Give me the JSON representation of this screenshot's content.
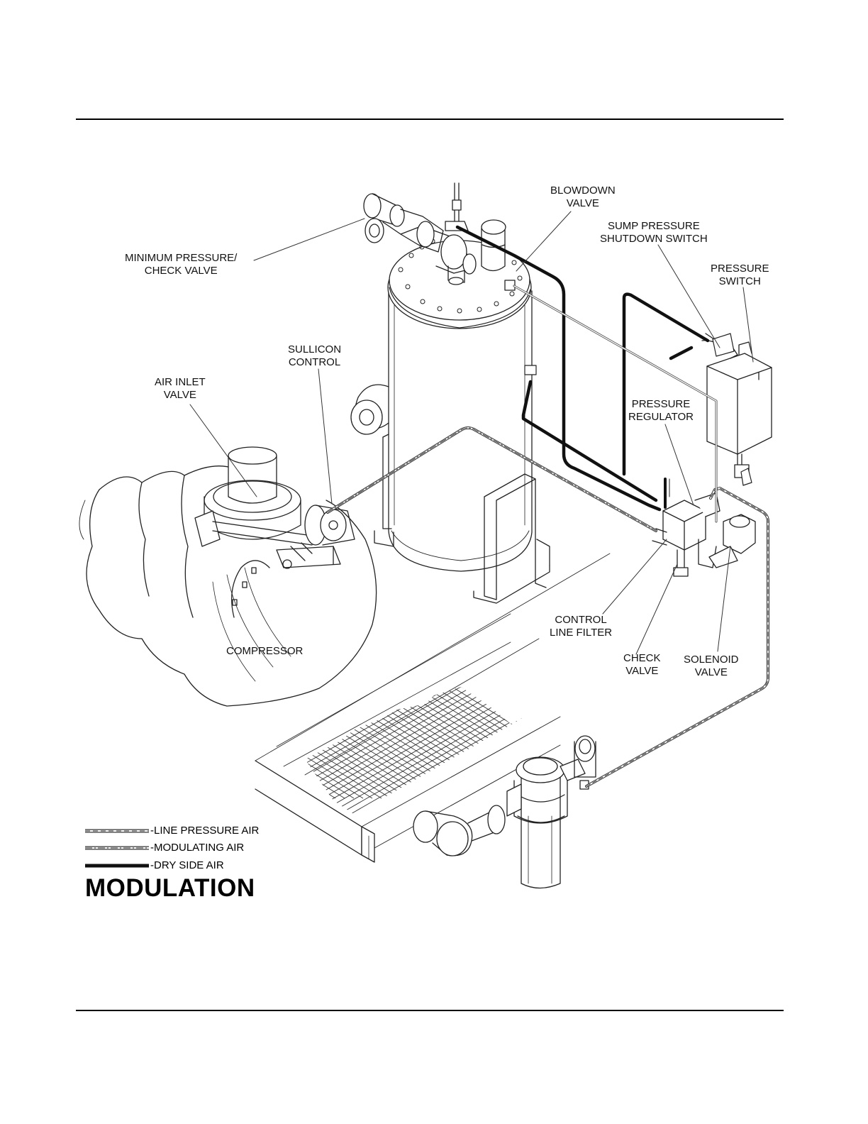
{
  "labels": {
    "blowdown_valve": [
      "BLOWDOWN",
      "VALVE"
    ],
    "sump_switch": [
      "SUMP PRESSURE",
      "SHUTDOWN SWITCH"
    ],
    "pressure_switch": [
      "PRESSURE",
      "SWITCH"
    ],
    "min_pressure": [
      "MINIMUM PRESSURE/",
      "CHECK VALVE"
    ],
    "sullicon": [
      "SULLICON",
      "CONTROL"
    ],
    "air_inlet": [
      "AIR INLET",
      "VALVE"
    ],
    "pressure_regulator": [
      "PRESSURE",
      "REGULATOR"
    ],
    "control_filter": [
      "CONTROL",
      "LINE FILTER"
    ],
    "compressor": "COMPRESSOR",
    "check_valve": [
      "CHECK",
      "VALVE"
    ],
    "solenoid_valve": [
      "SOLENOID",
      "VALVE"
    ]
  },
  "legend": [
    {
      "text": "-LINE PRESSURE AIR",
      "style": "dashed"
    },
    {
      "text": "-MODULATING AIR",
      "style": "dash-dot"
    },
    {
      "text": "-DRY SIDE AIR",
      "style": "solid-heavy"
    }
  ],
  "title": "MODULATION"
}
